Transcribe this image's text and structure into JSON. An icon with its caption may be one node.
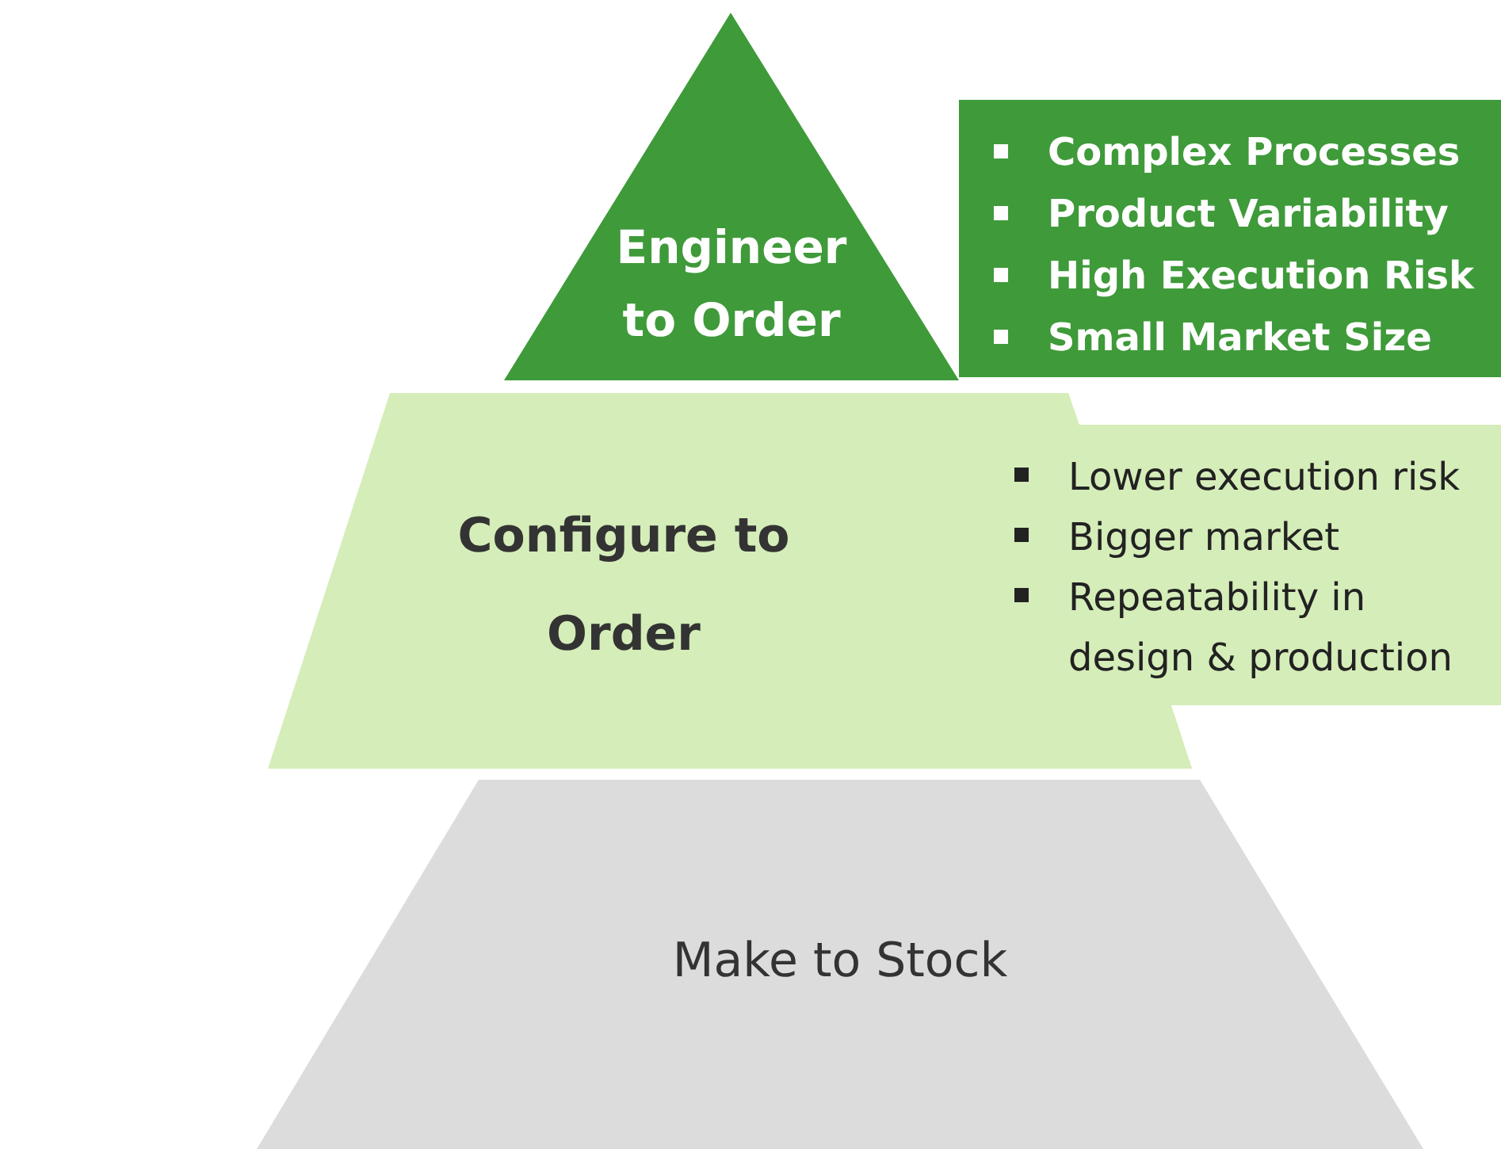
{
  "diagram": {
    "nodes": [
      {
        "text": [
          "Engineer to Order"
        ]
      },
      {
        "text": [
          "Complex Processes",
          "Product Variability",
          "High Execution Risk",
          "Small Market Size"
        ]
      },
      {
        "text": [
          "Configure to Order"
        ]
      },
      {
        "text": [
          "Lower execution risk",
          "Bigger market",
          "Repeatability in design & production"
        ]
      },
      {
        "text": [
          "Make to Stock"
        ]
      }
    ],
    "edges": []
  }
}
